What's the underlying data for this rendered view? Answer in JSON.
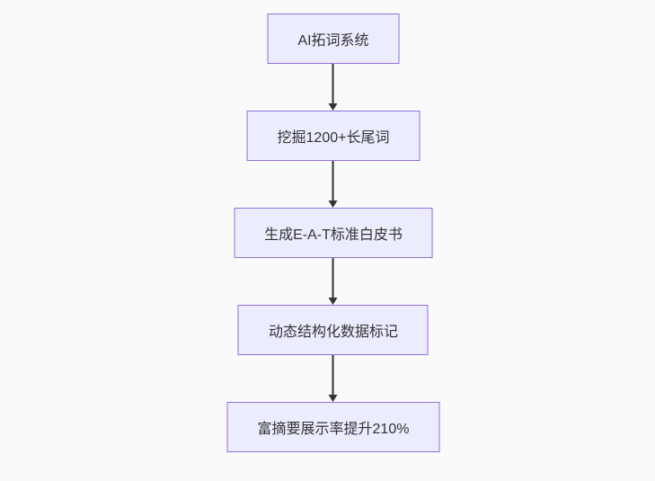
{
  "colors": {
    "page-bg": "#fafafa",
    "node-fill": "#ECECFF",
    "node-border": "#9370DB",
    "arrow-color": "#333333",
    "text-color": "#333333"
  },
  "flowchart": {
    "type": "flowchart",
    "direction": "top-down",
    "nodes": [
      {
        "label": "AI拓词系统"
      },
      {
        "label": "挖掘1200+长尾词"
      },
      {
        "label": "生成E-A-T标准白皮书"
      },
      {
        "label": "动态结构化数据标记"
      },
      {
        "label": "富摘要展示率提升210%"
      }
    ],
    "edges": [
      {
        "from": 0,
        "to": 1
      },
      {
        "from": 1,
        "to": 2
      },
      {
        "from": 2,
        "to": 3
      },
      {
        "from": 3,
        "to": 4
      }
    ]
  }
}
